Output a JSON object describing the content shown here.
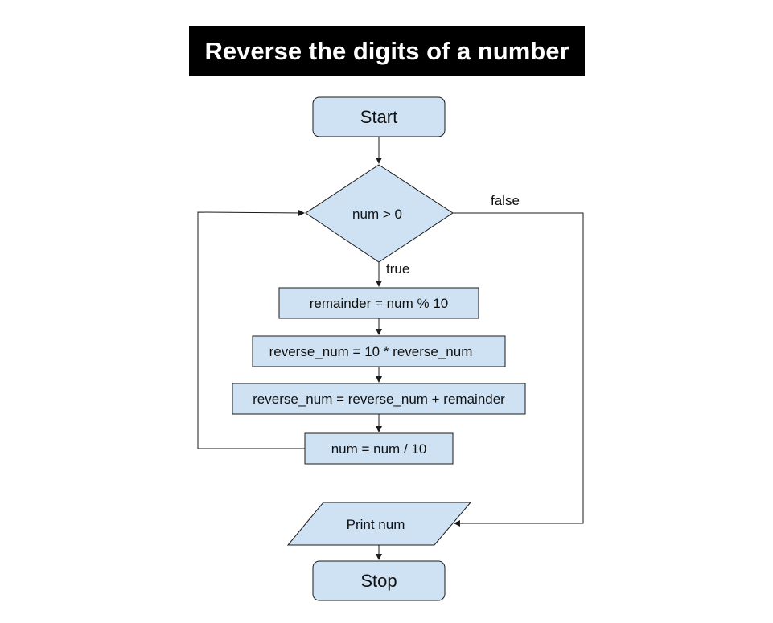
{
  "title": "Reverse the digits of a number",
  "nodes": {
    "start": "Start",
    "condition": "num > 0",
    "step1": "remainder = num % 10",
    "step2": "reverse_num = 10 * reverse_num",
    "step3": "reverse_num = reverse_num + remainder",
    "step4": "num = num / 10",
    "output": "Print num",
    "stop": "Stop"
  },
  "edge_labels": {
    "true": "true",
    "false": "false"
  },
  "colors": {
    "node_fill": "#cfe2f3",
    "title_bg": "#000000",
    "title_text": "#ffffff"
  }
}
